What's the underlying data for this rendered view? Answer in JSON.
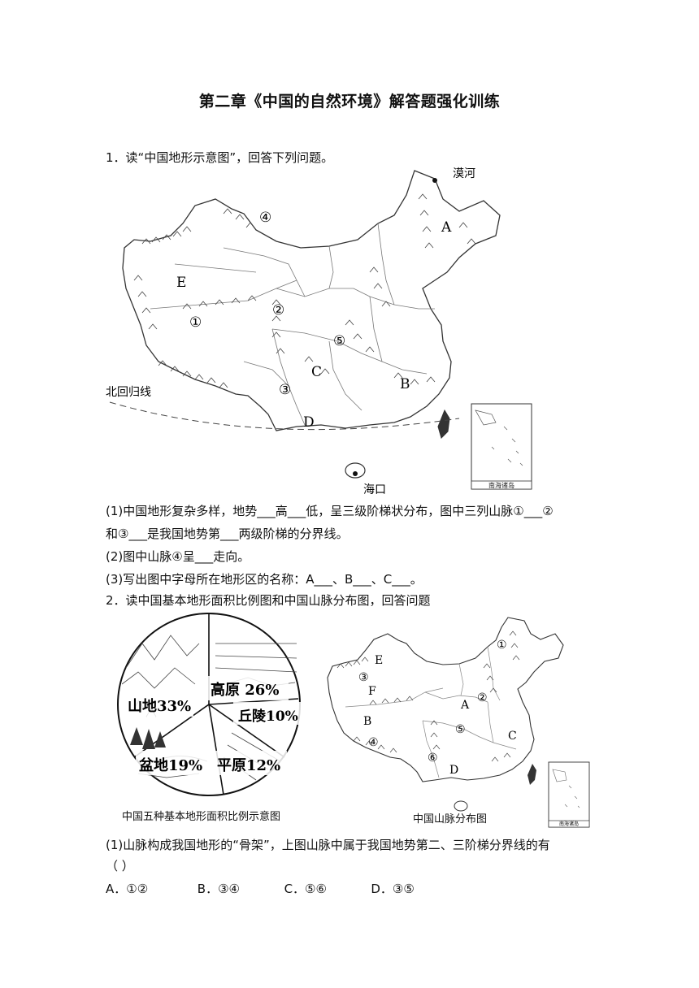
{
  "doc": {
    "title": "第二章《中国的自然环境》解答题强化训练"
  },
  "q1": {
    "prompt": "1．读“中国地形示意图”，回答下列问题。",
    "map_labels": {
      "mohe": "漠河",
      "haikou": "海口",
      "tropic": "北回归线",
      "inset": "南海诸岛",
      "A": "A",
      "B": "B",
      "C": "C",
      "D": "D",
      "E": "E",
      "n1": "①",
      "n2": "②",
      "n3": "③",
      "n4": "④",
      "n5": "⑤"
    },
    "sub1_line1": "(1)中国地形复杂多样，地势___高___低，呈三级阶梯状分布，图中三列山脉①___②",
    "sub1_line2": "和③___是我国地势第___两级阶梯的分界线。",
    "sub2": "(2)图中山脉④呈___走向。",
    "sub3": "(3)写出图中字母所在地形区的名称：A___、B___、C___。"
  },
  "q2": {
    "prompt": "2．读中国基本地形面积比例图和中国山脉分布图，回答问题",
    "pie_labels": {
      "plateau": "高原 26%",
      "mountain": "山地33%",
      "hill": "丘陵10%",
      "basin": "盆地19%",
      "plain": "平原12%"
    },
    "pie_caption": "中国五种基本地形面积比例示意图",
    "map_caption": "中国山脉分布图",
    "map_labels": {
      "E": "E",
      "F": "F",
      "B": "B",
      "A": "A",
      "C": "C",
      "D": "D",
      "n1": "①",
      "n2": "②",
      "n3": "③",
      "n4": "④",
      "n5": "⑤",
      "n6": "⑥",
      "inset": "南海诸岛"
    },
    "sub1_line1": "(1)山脉构成我国地形的“骨架”，上图山脉中属于我国地势第二、三阶梯分界线的有",
    "sub1_line2": "（    ）",
    "options": {
      "A": "A．①②",
      "B": "B．③④",
      "C": "C．⑤⑥",
      "D": "D．③⑤"
    }
  }
}
